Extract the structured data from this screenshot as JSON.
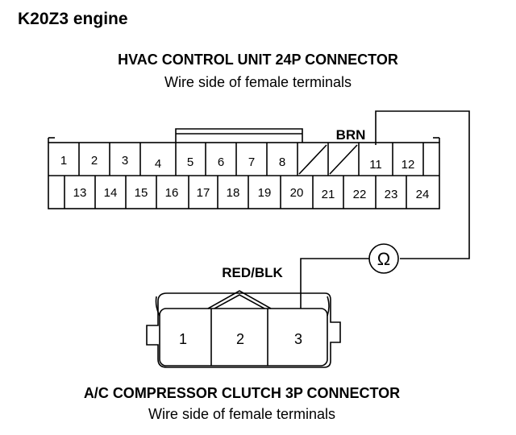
{
  "engine_label": "K20Z3 engine",
  "hvac_connector": {
    "title": "HVAC CONTROL UNIT 24P CONNECTOR",
    "subtitle": "Wire side of female terminals",
    "top_row": [
      "1",
      "2",
      "3",
      "4",
      "5",
      "6",
      "7",
      "8",
      "",
      "",
      "11",
      "12"
    ],
    "bottom_row": [
      "13",
      "14",
      "15",
      "16",
      "17",
      "18",
      "19",
      "20",
      "21",
      "22",
      "23",
      "24"
    ],
    "wire_label": "BRN"
  },
  "meter_symbol": "Ω",
  "ac_connector": {
    "title": "A/C COMPRESSOR CLUTCH 3P CONNECTOR",
    "subtitle": "Wire side of female terminals",
    "pins": [
      "1",
      "2",
      "3"
    ],
    "wire_label": "RED/BLK"
  },
  "colors": {
    "line": "#000000",
    "background": "#ffffff"
  }
}
